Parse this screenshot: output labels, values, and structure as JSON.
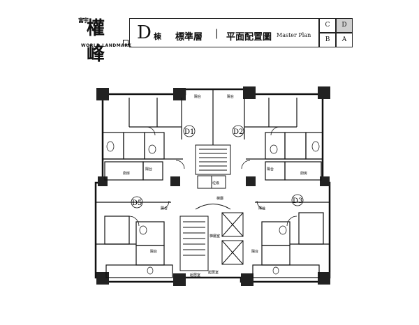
{
  "logo": {
    "small_text": "富宇",
    "main_text": "權峰",
    "subtitle": "WORLD LANDMARK"
  },
  "header": {
    "building": "D",
    "building_suffix": "棟",
    "floor_type": "標準層",
    "separator": "|",
    "plan_title": "平面配置圖",
    "plan_title_en": "Master Plan"
  },
  "keymap": {
    "cells": [
      {
        "label": "C",
        "highlighted": false
      },
      {
        "label": "D",
        "highlighted": true
      },
      {
        "label": "B",
        "highlighted": false
      },
      {
        "label": "A",
        "highlighted": false
      }
    ]
  },
  "floorplan": {
    "units": [
      "D1",
      "D2",
      "D5",
      "D3"
    ],
    "room_labels": {
      "balcony": "陽台",
      "kitchen": "廚房",
      "lobby": "梯廳",
      "elevator_hall": "梯廳室",
      "trash": "垃圾",
      "living": "起居室"
    }
  }
}
